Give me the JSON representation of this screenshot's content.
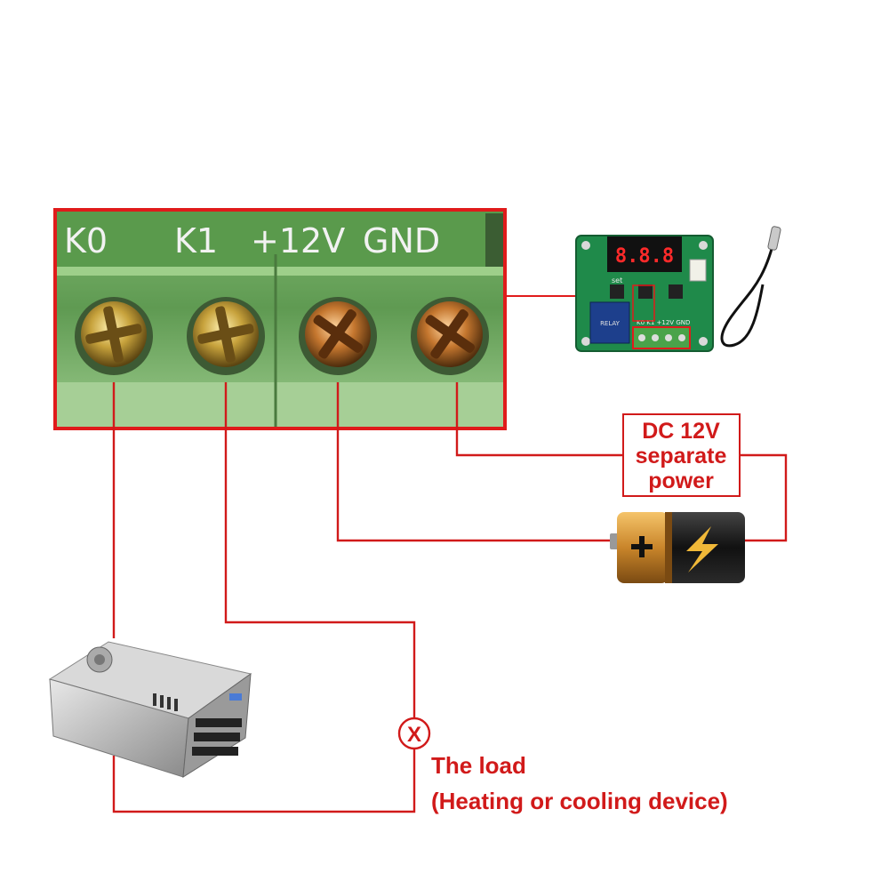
{
  "terminal_block": {
    "labels": [
      "K0",
      "K1",
      "+12V",
      "GND"
    ]
  },
  "controller_board": {
    "display": "8.8.8",
    "button_label": "set",
    "pin_labels": [
      "K0",
      "K1",
      "+12V",
      "GND"
    ]
  },
  "power_note": {
    "lines": [
      "DC 12V",
      "separate",
      "power"
    ]
  },
  "load": {
    "symbol": "X",
    "title": "The load",
    "subtitle": "(Heating or cooling device)"
  },
  "colors": {
    "wire": "#d11a1a",
    "terminal_green": "#6fa860",
    "board_green": "#1f8a4a",
    "display_red": "#ff2a2a",
    "battery_gold": "#c98a2a",
    "battery_black": "#111111"
  },
  "icons": [
    "screw-terminal-icon",
    "thermostat-board-icon",
    "temperature-probe-icon",
    "battery-icon",
    "lightning-icon",
    "power-supply-icon",
    "load-symbol-icon"
  ]
}
